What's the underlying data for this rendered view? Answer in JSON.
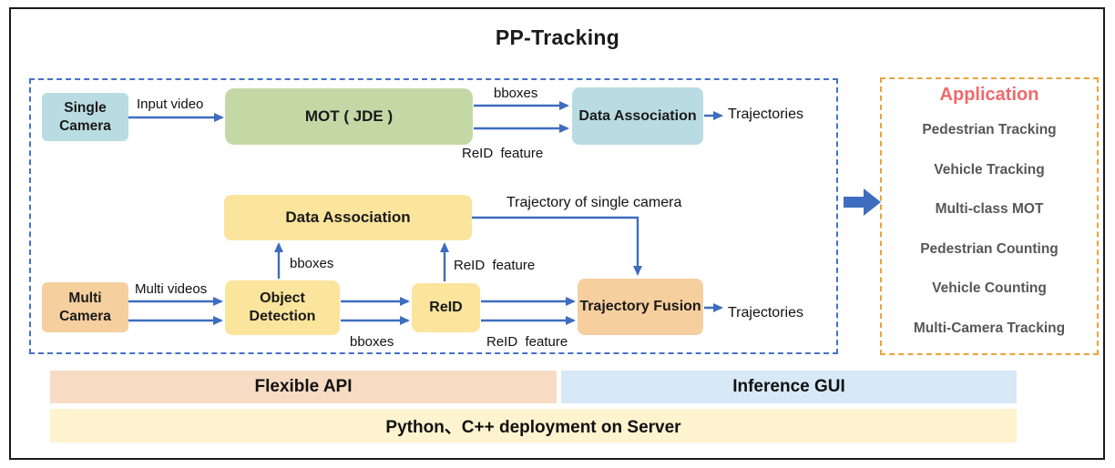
{
  "title": "PP-Tracking",
  "nodes": {
    "single_camera": "Single Camera",
    "mot": "MOT ( JDE )",
    "data_association_top": "Data Association",
    "data_association_mid": "Data Association",
    "multi_camera": "Multi Camera",
    "object_detection": "Object Detection",
    "reid": "ReID",
    "trajectory_fusion": "Trajectory Fusion"
  },
  "edge_labels": {
    "input_video": "Input video",
    "bboxes_top": "bboxes",
    "reid_feature_top": "ReID  feature",
    "trajectories_top": "Trajectories",
    "trajectory_of_single_camera": "Trajectory of single camera",
    "multi_videos": "Multi videos",
    "bboxes_up": "bboxes",
    "bboxes_bottom": "bboxes",
    "reid_feature_up": "ReID  feature",
    "reid_feature_bottom": "ReID  feature",
    "trajectories_bottom": "Trajectories"
  },
  "application": {
    "title": "Application",
    "items": [
      "Pedestrian Tracking",
      "Vehicle Tracking",
      "Multi-class MOT",
      "Pedestrian Counting",
      "Vehicle Counting",
      "Multi-Camera Tracking"
    ]
  },
  "footer": {
    "flexible_api": "Flexible API",
    "inference_gui": "Inference GUI",
    "deployment": "Python、C++ deployment on Server"
  },
  "colors": {
    "arrow_blue": "#3e6dbf",
    "dashed_blue": "#4472c4",
    "dashed_orange": "#e8a33d",
    "teal_box": "#b9dce2",
    "green_box": "#c4d8a6",
    "yellow_box": "#fbe49c",
    "orange_box": "#f6cf9e",
    "app_red": "#f0696c",
    "app_gray": "#575757",
    "api_bar": "#f7dcc3",
    "gui_bar": "#d7e8f6",
    "deploy_bar": "#fdf3cf"
  }
}
